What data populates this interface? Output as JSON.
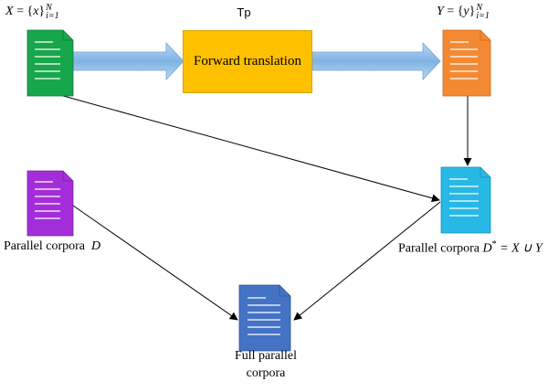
{
  "colors": {
    "doc_x": "#17a64b",
    "doc_y": "#f38a33",
    "doc_parallel": "#a32ed9",
    "doc_dstar": "#27b8e6",
    "doc_full": "#4472c4",
    "box": "#ffc000",
    "flow_arrow": "#8fbfe8"
  },
  "top": {
    "tp_label": "Tp",
    "box_label": "Forward translation",
    "x_label": {
      "var": "X",
      "eq": " = {",
      "elem": "x",
      "close": "}",
      "sup": "N",
      "sub": "i=1"
    },
    "y_label": {
      "var": "Y",
      "eq": " = {",
      "elem": "y",
      "close": "}",
      "sup": "N",
      "sub": "i=1"
    }
  },
  "left": {
    "parallel_text": "Parallel corpora",
    "parallel_var": "D"
  },
  "right": {
    "text": "Parallel corpora",
    "var": "D",
    "sup": "*",
    "eq": " = X ∪ Y"
  },
  "bottom": {
    "line1": "Full parallel",
    "line2": "corpora"
  }
}
